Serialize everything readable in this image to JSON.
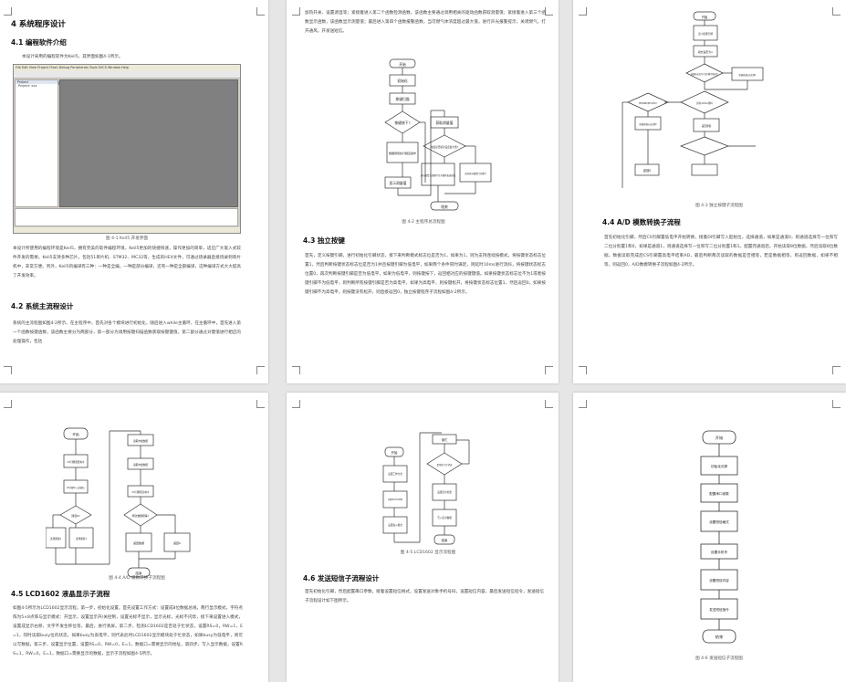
{
  "page1": {
    "heading_ch4": "4 系统程序设计",
    "heading_41": "4.1 编程软件介绍",
    "para_intro": "本设计采用的编程软件为Keil5，其界面如图4-1所示。",
    "ide": {
      "menu": "File  Edit  View  Project  Flash  Debug  Peripherals  Tools  SVCS  Window  Help",
      "project_label": "Project",
      "project_item": "Project: xxx"
    },
    "caption_41": "图 4-1 Keil5 开发界面",
    "para_keil": "本设计所使用的编程环境是Keil5，拥有完美的软件编程环境，Keil5更加的快捷快速，操作更加的简单，适应广大嵌入式软件开发的需要。Keil5支持多种芯片，包括51单片机、STM32、MC32等，生成的HEX文件，可通过烧录器直接烧录到单片机中，非常方便。另外，Keil5的编译有三种：一种是全编，一种是部分编译，还有一种是全部编译，这种编译方式大大提高了开发效率。",
    "heading_42": "4.2 系统主流程设计",
    "para_42": "系统的主流程图如图4-2所示。在主程序中，首先对各个模块进行初始化，随后进入while主循环，在主循环中，首先进入第一个函数按键函数，该函数主要分为两部分，第一部分为调用按键扫描函数获取按键键值，第二部分通过对键值进行相应的处理操作，包括"
  },
  "page2": {
    "para_top": "加热开关、设置调温等；紧接着进入第二个函数检测函数，该函数主要通过调用相关的驱动函数获取测量值；紧接着进入第三个函数显示函数，该函数显示测量值；最后进入第四个函数报警函数，当可燃气体浓度超过最大值，进行声光报警提示，关闭燃气，打开通风，开发送短信。",
    "flow": {
      "start": "开始",
      "init": "初始化",
      "key": "按键扫描",
      "key_pressed": "按键按下?",
      "key_handle": "根据键值执行相应操作",
      "measure": "获取测量值",
      "display": "显示测量值",
      "over": "浓度是否超过设定最大值?",
      "alarm": "声光报警关闭燃气打开通风发送短信",
      "normal": "关闭声光报警打开燃气",
      "end": "结束"
    },
    "caption_42": "图 4-2 主程序总流程图",
    "heading_43": "4.3 独立按键",
    "para_43": "首先，定义按键引脚，进行初始化引脚状态，接下来判断模式标志位是否为1，如果为1，则为支持连续按模式，将按键状态标志位置1，然后判断按键状态标志位是否为1并且按键引脚为低电平，如果两个条件同时满足，则延时10ms进行消抖，将按键状态标志位置0，再次判断按键引脚是否为低电平，如果为低电平，则按键按下，返回相对应的按键键值。如果按键状态标志位不为1或者按键引脚不为低电平，则判断所有按键引脚是否为高电平，如果为高电平，则按键松开，将按键状态标志位置1，然后返回0。如果按键引脚不为高电平，则按键没有松开，则直接返回0，独立按键程序子流程如图4-2所示。"
  },
  "page3": {
    "flow": {
      "start": "开始",
      "init_pin": "定义按键引脚",
      "mode": "模式是否为1",
      "set_flag": "按键状态标志位置1",
      "check": "按键标志位为1且引脚为低电平",
      "delay": "延时10ms消抖",
      "clear_flag": "按键状态标志位置0",
      "high": "所有按键引脚为高电平",
      "return_key": "返回键值",
      "return_zero": "返回0"
    },
    "caption_fig": "图 4-3 独立按键子流程图",
    "heading_44": "4.4 A/D 模数转换子流程",
    "para_44": "首先初始化引脚，然后CS引脚置低电平开始转换，接着DI引脚写入起始位，选择通道，如果是通道0，则通道选择写一位和写二位分别置1和0，如果是通道1，则通道选择写一位和写二位分别置1和1。配置完通道后，开始读取8位数据，然后读取8位数据，数据读取完成后CS引脚置高电平结束AD，最后判断两次读取的数据是否相等，若是数据相等，则返回数据，如果不相等，则返回0，A/D数模转换子流程如图4-2所示。"
  },
  "page4": {
    "flow": {
      "start": "开始",
      "cs_low": "CS引脚置低电平",
      "di_start": "DI引脚写入起始位",
      "channel": "通道0?",
      "ch0": "选择通道0",
      "ch1": "选择通道1",
      "read1": "读取8位数据",
      "read2": "读取8位数据",
      "cs_high": "CS引脚置高电平",
      "equal": "两次数据相等?",
      "return_data": "返回数据",
      "return_zero": "返回0",
      "end": "结束"
    },
    "caption_44": "图 4-4 A/D 模数转换子流程图",
    "heading_45": "4.5 LCD1602 液晶显示子流程",
    "para_45": "如图4-5所示为LCD1602显示流程，第一步，初始化设置，首先设置工作方式：设置成8位数据总线，两行显示模式，字符点阵为5×8点阵与显示模式：开显示，设置显示开/关控制，设置光标不显示，显示光标，光标不闪烁，接下来设置进入模式，设置成显示右移，文字不发生移位等，最后，进行清屏。第二步，检测LCD1602是否处于忙状态，设置RS=0，RW=1，E=1，同时读取busy位的状态，如果busy为高电平，则代表此时LCD1602显示模块处于忙状态，如果busy为低电平，则可以写数据，第三步，设置显示位置，设置RS=0，RW=0，E=1，数据口=需要显示的地址，第四步，写入显示数据，设置RS=1，RW=0，E=1，数据口=需要显示的数据，显示子流程如图4-5所示。"
  },
  "page5": {
    "flow": {
      "start": "开始",
      "work_mode": "设置工作方式",
      "display_ctrl": "设置显示开关控制",
      "entry": "设置进入模式",
      "busy_top": "读忙",
      "busy": "是否处于忙状态",
      "set_addr": "设置显示位置",
      "write": "写入显示数据",
      "end": "结束"
    },
    "caption_45": "图 4-5 LCD1602 显示流程图",
    "heading_46": "4.6 发送短信子流程设计",
    "para_46": "首先初始化引脚，然后配置串口参数，接着设置短信格式，设置发送对象手机号码，设置短信内容，最后发送短信指令，发送短信子流程设计如下图所示。"
  },
  "page6": {
    "flow": {
      "start": "开始",
      "init": "初始化引脚",
      "uart": "配置串口参数",
      "format": "设置短信格式",
      "phone": "设置手机号",
      "content": "设置短信内容",
      "send": "发送短信指令",
      "end": "结束"
    },
    "caption_46": "图 4-6 发送短信子流程图"
  }
}
